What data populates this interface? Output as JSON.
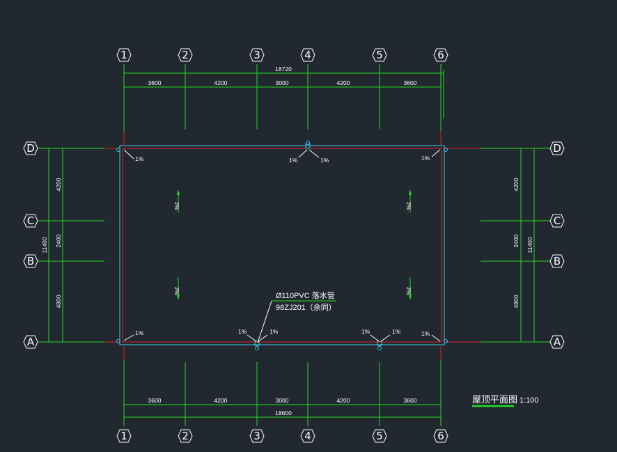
{
  "drawing": {
    "title": "屋顶平面图",
    "scale": "1:100",
    "colors": {
      "background": "#212830",
      "axis_line": "#22dd22",
      "roof_edge": "#dd2222",
      "roof_outline": "#44c8e8",
      "text": "#ffffff"
    }
  },
  "axes": {
    "columns": [
      "1",
      "2",
      "3",
      "4",
      "5",
      "6"
    ],
    "rows": [
      "D",
      "C",
      "B",
      "A"
    ]
  },
  "dimensions": {
    "top_total": "18720",
    "bottom_total": "18600",
    "top_spans": [
      "3600",
      "4200",
      "3000",
      "4200",
      "3600"
    ],
    "bottom_spans": [
      "3600",
      "4200",
      "3000",
      "4200",
      "3600"
    ],
    "left_spans": [
      "4200",
      "2400",
      "4800"
    ],
    "left_total": "11400",
    "right_spans": [
      "4200",
      "2400",
      "4800"
    ],
    "right_total": "11400"
  },
  "slopes": {
    "one_percent": "1%",
    "two_percent": "2%"
  },
  "drain_note": {
    "line1": "Ø110PVC 落水管",
    "line2": "98ZJ201（余同）"
  }
}
